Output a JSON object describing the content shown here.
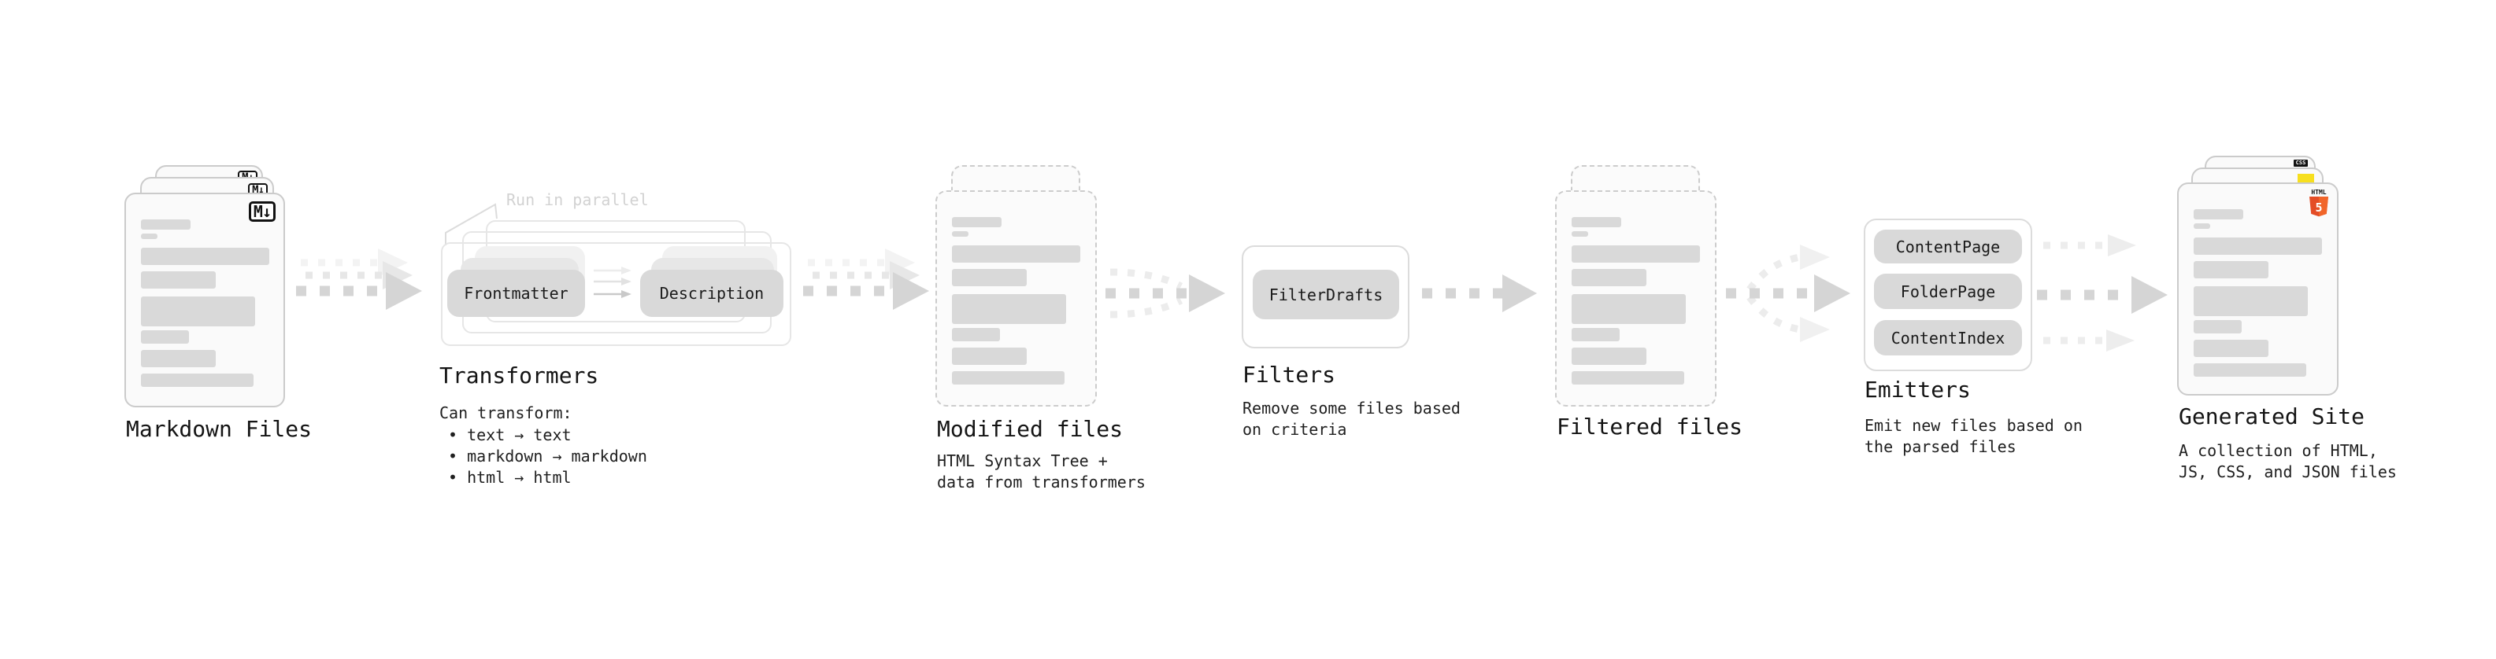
{
  "stages": {
    "markdown": {
      "title": "Markdown Files",
      "badge": "M↓"
    },
    "transformers": {
      "note": "Run in parallel",
      "pill_left": "Frontmatter",
      "pill_right": "Description",
      "title": "Transformers",
      "desc_heading": "Can transform:",
      "bullets": [
        "• text → text",
        "• markdown → markdown",
        "• html → html"
      ]
    },
    "modified": {
      "title": "Modified files",
      "subtitle": [
        "HTML Syntax Tree +",
        "data from transformers"
      ]
    },
    "filters": {
      "pill": "FilterDrafts",
      "title": "Filters",
      "subtitle": [
        "Remove some files based",
        "on criteria"
      ]
    },
    "filtered": {
      "title": "Filtered files"
    },
    "emitters": {
      "pills": [
        "ContentPage",
        "FolderPage",
        "ContentIndex"
      ],
      "title": "Emitters",
      "subtitle": [
        "Emit new files based on",
        "the parsed files"
      ]
    },
    "generated": {
      "title": "Generated Site",
      "subtitle": [
        "A collection of HTML,",
        "JS, CSS, and JSON files"
      ],
      "badge_html": "HTML",
      "badge_five": "5",
      "badge_css": "CSS"
    }
  },
  "colors": {
    "html5_orange": "#e44d26",
    "html5_orange_light": "#f16529",
    "js_yellow": "#f7df1e",
    "css_blue": "#2d6be4",
    "arrow_dark": "#d5d5d5",
    "arrow_light": "#ececec",
    "pill_gray": "#d9d9d9",
    "card_fill": "#fafafa",
    "card_border": "#cbcbcb"
  }
}
